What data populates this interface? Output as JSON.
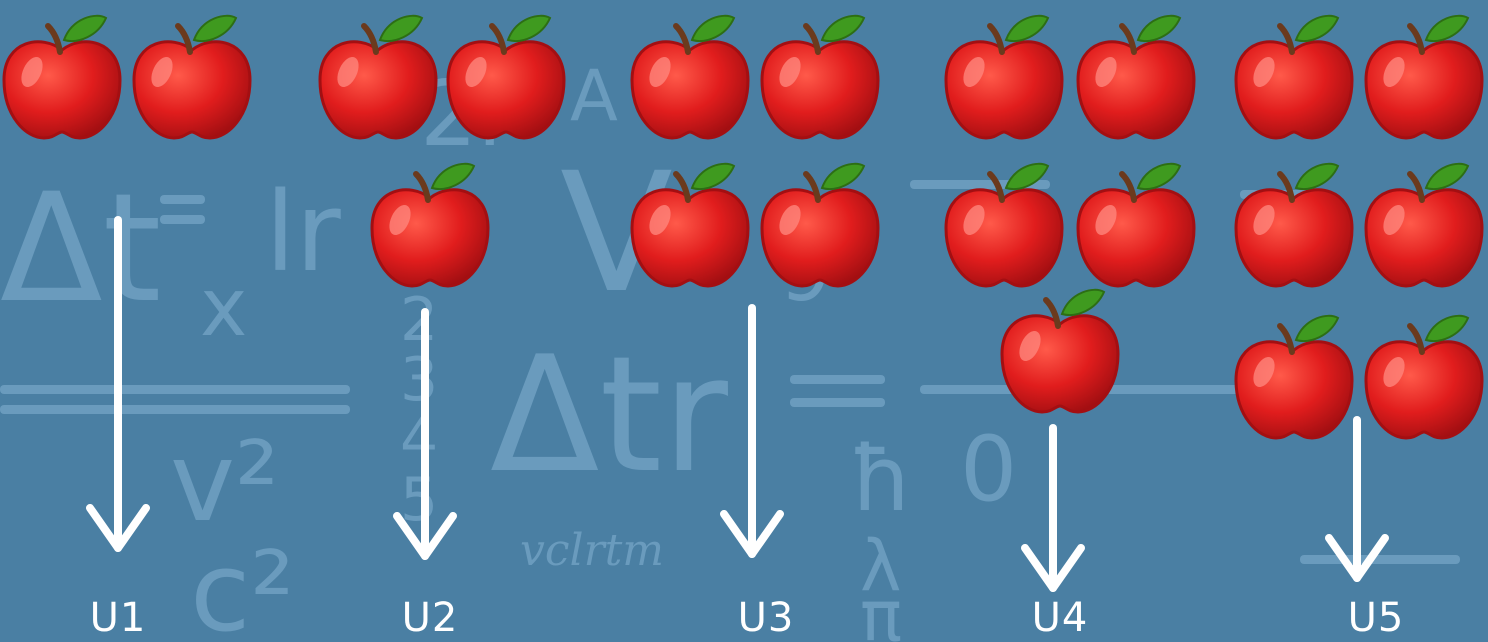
{
  "colors": {
    "background": "#4a7fa3",
    "formula_ink": "#6a9bbd",
    "apple_red": "#e11d1d",
    "apple_dark": "#a30f12",
    "leaf_green": "#3f9a1f",
    "stem_brown": "#6b3a1d",
    "arrow_white": "#ffffff"
  },
  "groups": [
    {
      "label": "U1",
      "apple_count": 2
    },
    {
      "label": "U2",
      "apple_count": 3
    },
    {
      "label": "U3",
      "apple_count": 4
    },
    {
      "label": "U4",
      "apple_count": 5
    },
    {
      "label": "U5",
      "apple_count": 6
    }
  ],
  "background_formulas": {
    "symbols": [
      "Δt",
      "lr",
      "2l",
      "V",
      "x",
      "v²",
      "c²",
      "Δtr",
      "ħ",
      "λ",
      "π",
      "0",
      "A",
      "2",
      "3",
      "4",
      "5",
      "9"
    ],
    "word": "vclrtm"
  },
  "icons": {
    "fruit": "apple-icon",
    "pointer": "arrow-down-icon"
  }
}
